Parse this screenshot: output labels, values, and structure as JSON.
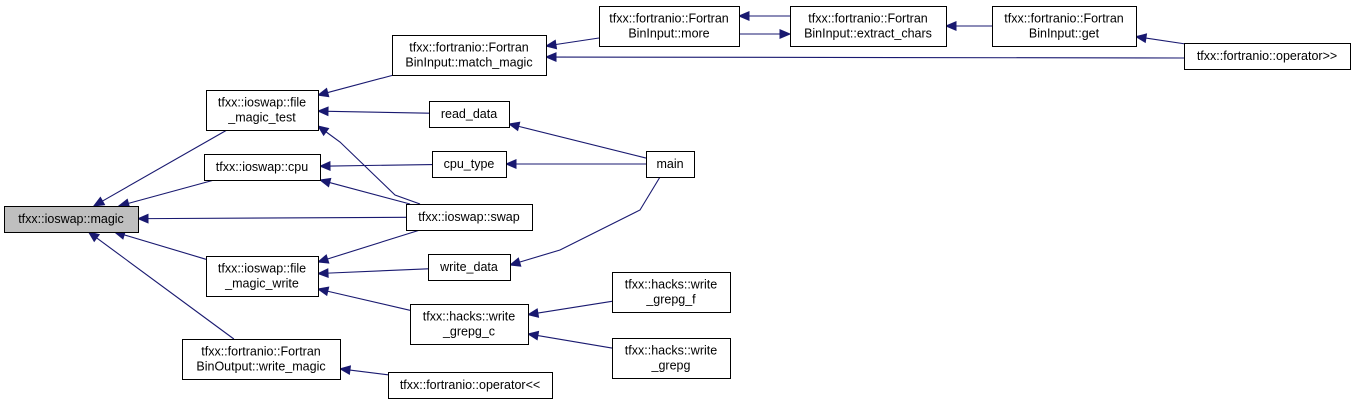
{
  "colors": {
    "edge": "#191970",
    "root_fill": "#bfbfbf",
    "node_fill": "#ffffff",
    "node_border": "#000000"
  },
  "nodes": {
    "magic": [
      "tfxx::ioswap::magic"
    ],
    "file_magic_test": [
      "tfxx::ioswap::file",
      "_magic_test"
    ],
    "cpu": [
      "tfxx::ioswap::cpu"
    ],
    "file_magic_write": [
      "tfxx::ioswap::file",
      "_magic_write"
    ],
    "write_magic": [
      "tfxx::fortranio::Fortran",
      "BinOutput::write_magic"
    ],
    "match_magic": [
      "tfxx::fortranio::Fortran",
      "BinInput::match_magic"
    ],
    "read_data": [
      "read_data"
    ],
    "cpu_type": [
      "cpu_type"
    ],
    "swap": [
      "tfxx::ioswap::swap"
    ],
    "write_data": [
      "write_data"
    ],
    "write_grepg_c": [
      "tfxx::hacks::write",
      "_grepg_c"
    ],
    "op_out": [
      "tfxx::fortranio::operator<<"
    ],
    "more": [
      "tfxx::fortranio::Fortran",
      "BinInput::more"
    ],
    "extract_chars": [
      "tfxx::fortranio::Fortran",
      "BinInput::extract_chars"
    ],
    "get": [
      "tfxx::fortranio::Fortran",
      "BinInput::get"
    ],
    "op_in": [
      "tfxx::fortranio::operator>>"
    ],
    "main": [
      "main"
    ],
    "write_grepg_f": [
      "tfxx::hacks::write",
      "_grepg_f"
    ],
    "write_grepg": [
      "tfxx::hacks::write",
      "_grepg"
    ]
  },
  "edges": [
    [
      "file_magic_test",
      "magic"
    ],
    [
      "cpu",
      "magic"
    ],
    [
      "swap",
      "magic"
    ],
    [
      "file_magic_write",
      "magic"
    ],
    [
      "write_magic",
      "magic"
    ],
    [
      "match_magic",
      "file_magic_test"
    ],
    [
      "read_data",
      "file_magic_test"
    ],
    [
      "swap",
      "file_magic_test"
    ],
    [
      "cpu_type",
      "cpu"
    ],
    [
      "swap",
      "cpu"
    ],
    [
      "swap",
      "file_magic_write"
    ],
    [
      "write_data",
      "file_magic_write"
    ],
    [
      "write_grepg_c",
      "file_magic_write"
    ],
    [
      "op_out",
      "write_magic"
    ],
    [
      "more",
      "match_magic"
    ],
    [
      "op_in",
      "match_magic"
    ],
    [
      "extract_chars",
      "more"
    ],
    [
      "more",
      "extract_chars"
    ],
    [
      "get",
      "extract_chars"
    ],
    [
      "op_in",
      "get"
    ],
    [
      "main",
      "read_data"
    ],
    [
      "main",
      "cpu_type"
    ],
    [
      "main",
      "write_data"
    ],
    [
      "write_grepg_f",
      "write_grepg_c"
    ],
    [
      "write_grepg",
      "write_grepg_c"
    ]
  ]
}
